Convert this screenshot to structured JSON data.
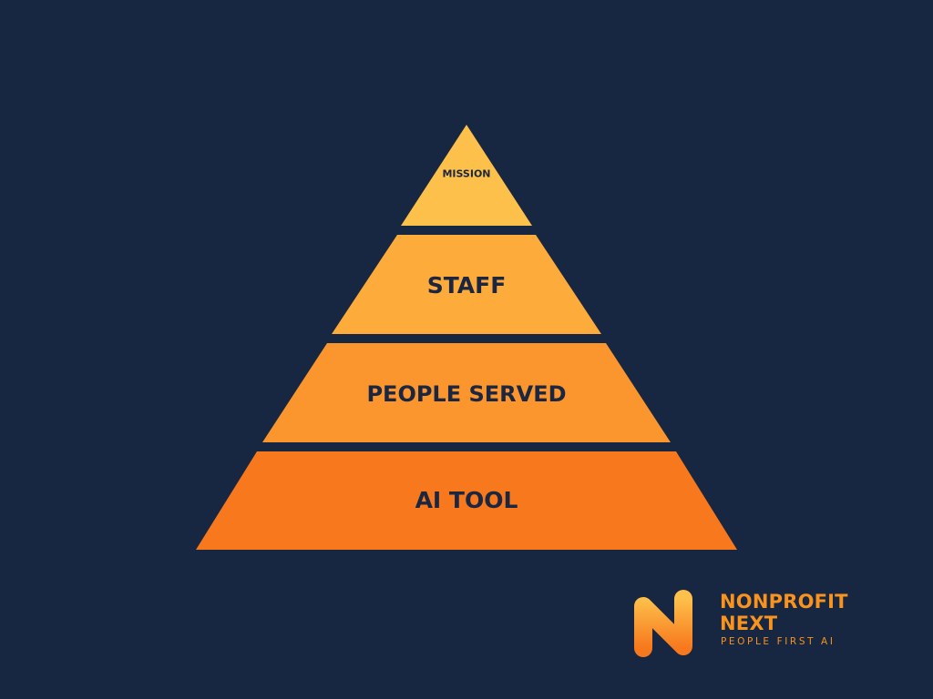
{
  "pyramid": {
    "tiers": [
      {
        "label": "MISSION",
        "color": "#fdc04a"
      },
      {
        "label": "STAFF",
        "color": "#fdab3b"
      },
      {
        "label": "PEOPLE SERVED",
        "color": "#fb962e"
      },
      {
        "label": "AI TOOL",
        "color": "#f7781d"
      }
    ],
    "label_color": "#1b2640"
  },
  "logo": {
    "line1": "NONPROFIT",
    "line2": "NEXT",
    "tagline": "PEOPLE FIRST AI",
    "mark_letter": "N",
    "colors": {
      "gradient_top": "#fdc04a",
      "gradient_bottom": "#f7781d"
    }
  },
  "background_color": "#172641"
}
